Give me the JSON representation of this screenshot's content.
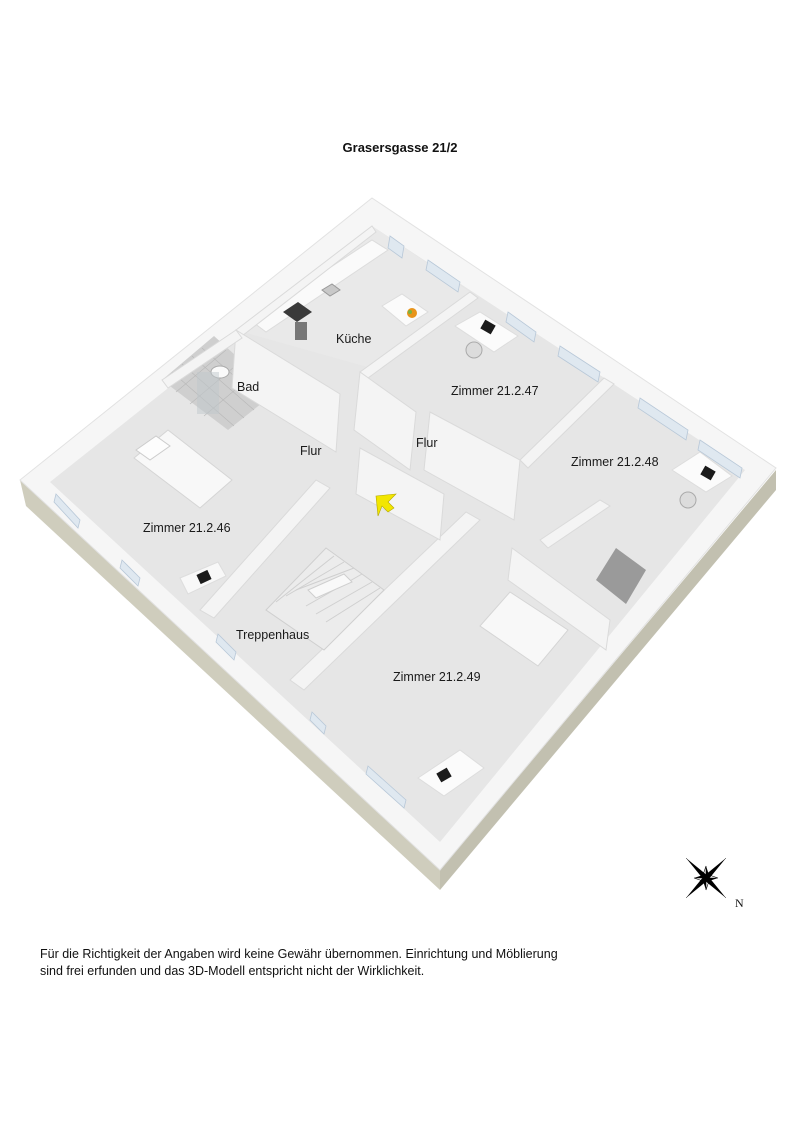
{
  "title": "Grasersgasse 21/2",
  "rooms": {
    "kueche": "Küche",
    "bad": "Bad",
    "flur_left": "Flur",
    "flur_right": "Flur",
    "zimmer_47": "Zimmer 21.2.47",
    "zimmer_48": "Zimmer 21.2.48",
    "zimmer_46": "Zimmer 21.2.46",
    "treppenhaus": "Treppenhaus",
    "zimmer_49": "Zimmer 21.2.49"
  },
  "disclaimer": {
    "line1": "Für die Richtigkeit der Angaben wird keine Gewähr übernommen. Einrichtung und Möblierung",
    "line2": "sind frei erfunden und das 3D-Modell entspricht nicht der Wirklichkeit."
  },
  "compass": {
    "icon": "compass-rose-icon",
    "label": "N"
  },
  "colors": {
    "floor": "#e4e4e4",
    "wall_top": "#f7f7f7",
    "wall_side": "#ececec",
    "base_edge": "#cfcdbd",
    "marker": "#f2e600"
  }
}
